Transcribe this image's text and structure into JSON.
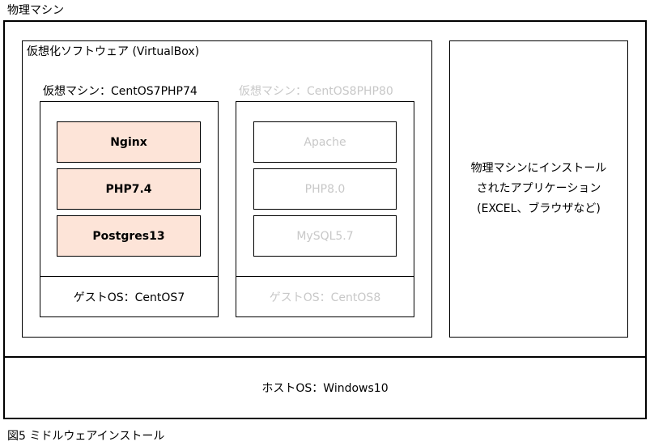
{
  "physical_machine": {
    "label": "物理マシン",
    "virtualization": {
      "label": "仮想化ソフトウェア (VirtualBox)",
      "vm_active": {
        "label": "仮想マシン：CentOS7PHP74",
        "middleware": [
          "Nginx",
          "PHP7.4",
          "Postgres13"
        ],
        "guest_os": "ゲストOS：CentOS7"
      },
      "vm_inactive": {
        "label": "仮想マシン：CentOS8PHP80",
        "middleware": [
          "Apache",
          "PHP8.0",
          "MySQL5.7"
        ],
        "guest_os": "ゲストOS：CentOS8"
      }
    },
    "applications": {
      "line1": "物理マシンにインストール",
      "line2": "されたアプリケーション",
      "line3": "(EXCEL、ブラウザなど)"
    },
    "host_os": "ホストOS：Windows10"
  },
  "caption": "図5 ミドルウェアインストール"
}
